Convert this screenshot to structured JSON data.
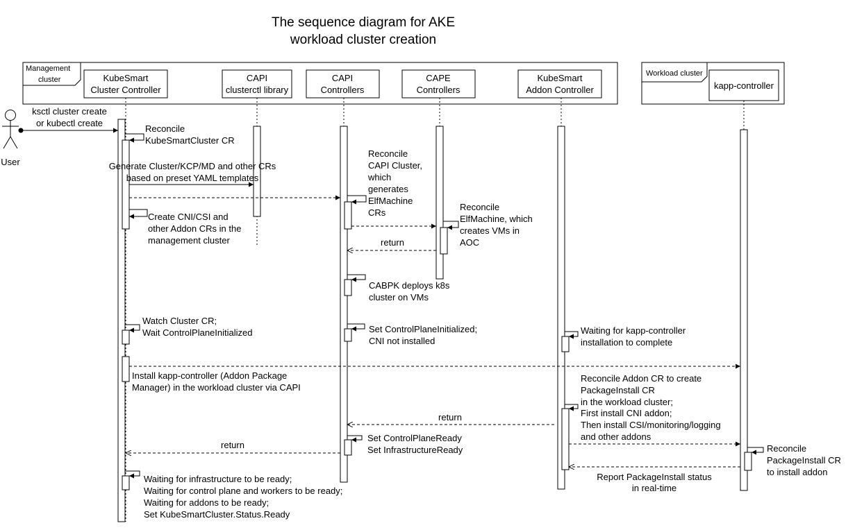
{
  "title": {
    "line1": "The sequence diagram for AKE",
    "line2": "workload cluster creation"
  },
  "frames": {
    "management": {
      "line1": "Management",
      "line2": "cluster"
    },
    "workload": {
      "line1": "Workload cluster"
    }
  },
  "actor": {
    "label": "User"
  },
  "participants": [
    {
      "line1": "KubeSmart",
      "line2": "Cluster Controller"
    },
    {
      "line1": "CAPI",
      "line2": "clusterctl library"
    },
    {
      "line1": "CAPI",
      "line2": "Controllers"
    },
    {
      "line1": "CAPE",
      "line2": "Controllers"
    },
    {
      "line1": "KubeSmart",
      "line2": "Addon Controller"
    },
    {
      "line1": "kapp-controller",
      "line2": ""
    }
  ],
  "messages": {
    "m1": [
      "ksctl cluster create",
      "or kubectl create"
    ],
    "m2": [
      "Reconcile",
      "KubeSmartCluster CR"
    ],
    "m3": [
      "Generate Cluster/KCP/MD and other CRs",
      "based on preset YAML templates"
    ],
    "m4": [
      "Create CNI/CSI and",
      "other Addon CRs in the",
      "management cluster"
    ],
    "m5": [
      "Reconcile",
      "CAPI Cluster,",
      "which",
      "generates",
      "ElfMachine",
      "CRs"
    ],
    "m6": [
      "Reconcile",
      "ElfMachine, which",
      "creates VMs in",
      "AOC"
    ],
    "m7": [
      "return"
    ],
    "m8": [
      "CABPK deploys k8s",
      "cluster on VMs"
    ],
    "m9": [
      "Watch Cluster CR;",
      "Wait ControlPlaneInitialized"
    ],
    "m10": [
      "Set ControlPlaneInitialized;",
      "CNI not installed"
    ],
    "m11": [
      "Waiting for kapp-controller",
      "installation to complete"
    ],
    "m12": [
      "Install kapp-controller (Addon Package",
      "Manager) in the workload cluster via CAPI"
    ],
    "m13": [
      "Reconcile Addon CR to create",
      "PackageInstall CR",
      "in the workload cluster;",
      "First install CNI addon;",
      "Then install CSI/monitoring/logging",
      "and other addons"
    ],
    "m14": [
      "return"
    ],
    "m15": [
      "Set ControlPlaneReady",
      "Set InfrastructureReady"
    ],
    "m16": [
      "return"
    ],
    "m17": [
      "Reconcile",
      "PackageInstall CR",
      "to install addon"
    ],
    "m18": [
      "Report PackageInstall status",
      "in real-time"
    ],
    "m19": [
      "Waiting for infrastructure to be ready;",
      "Waiting for control plane and workers to be ready;",
      "Waiting for addons to be ready;",
      "Set KubeSmartCluster.Status.Ready"
    ]
  }
}
